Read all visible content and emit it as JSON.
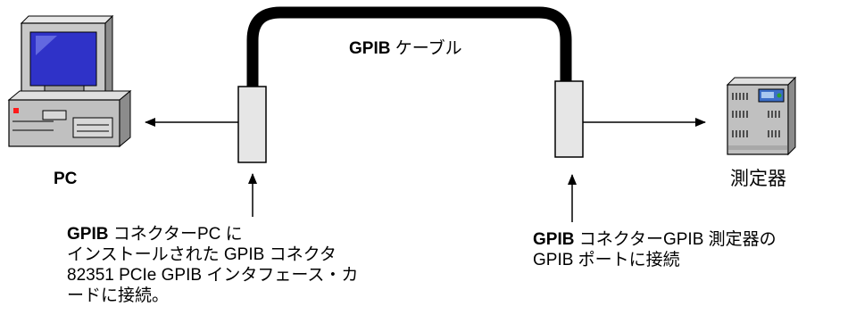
{
  "cable": {
    "bold": "GPIB",
    "text": "ケーブル"
  },
  "pc": {
    "label": "PC"
  },
  "instrument": {
    "label": "測定器"
  },
  "left_caption": {
    "line1_bold": "GPIB",
    "line1_text": "コネクターPC に",
    "line2": "インストールされた GPIB コネクタ",
    "line3": "82351 PCIe GPIB インタフェース・カ",
    "line4": "ードに接続。"
  },
  "right_caption": {
    "line1_bold": "GPIB",
    "line1_text": "コネクターGPIB 測定器の",
    "line2": "GPIB ポートに接続"
  },
  "colors": {
    "cable": "#000000",
    "connector_fill": "#e6e6e6",
    "pc_case": "#c0c0c0",
    "screen": "#2f32c8",
    "instrument_panel": "#3c6ec8",
    "instrument_led": "#2ca02c"
  },
  "icons": [
    "pc-icon",
    "instrument-icon",
    "gpib-connector-icon"
  ]
}
